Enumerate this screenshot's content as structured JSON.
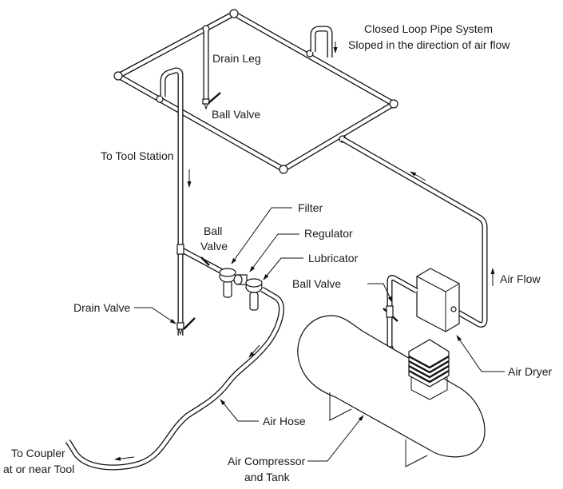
{
  "diagram": {
    "title_line1": "Closed Loop Pipe System",
    "title_line2": "Sloped in the direction of air flow",
    "labels": {
      "drain_leg": "Drain Leg",
      "ball_valve_top": "Ball Valve",
      "to_tool_station": "To Tool Station",
      "filter": "Filter",
      "ball_valve_mid_1": "Ball",
      "ball_valve_mid_2": "Valve",
      "regulator": "Regulator",
      "lubricator": "Lubricator",
      "ball_valve_right": "Ball Valve",
      "air_flow": "Air Flow",
      "drain_valve": "Drain Valve",
      "air_dryer": "Air Dryer",
      "air_hose": "Air Hose",
      "to_coupler_1": "To Coupler",
      "to_coupler_2": "at or near Tool",
      "compressor_1": "Air Compressor",
      "compressor_2": "and Tank"
    },
    "components": [
      "closed-loop-pipe",
      "drain-leg",
      "ball-valve",
      "filter",
      "regulator",
      "lubricator",
      "air-hose",
      "drain-valve",
      "air-dryer",
      "air-compressor-tank"
    ],
    "colors": {
      "line": "#111111",
      "background": "#ffffff",
      "text": "#1a1a1a"
    }
  }
}
